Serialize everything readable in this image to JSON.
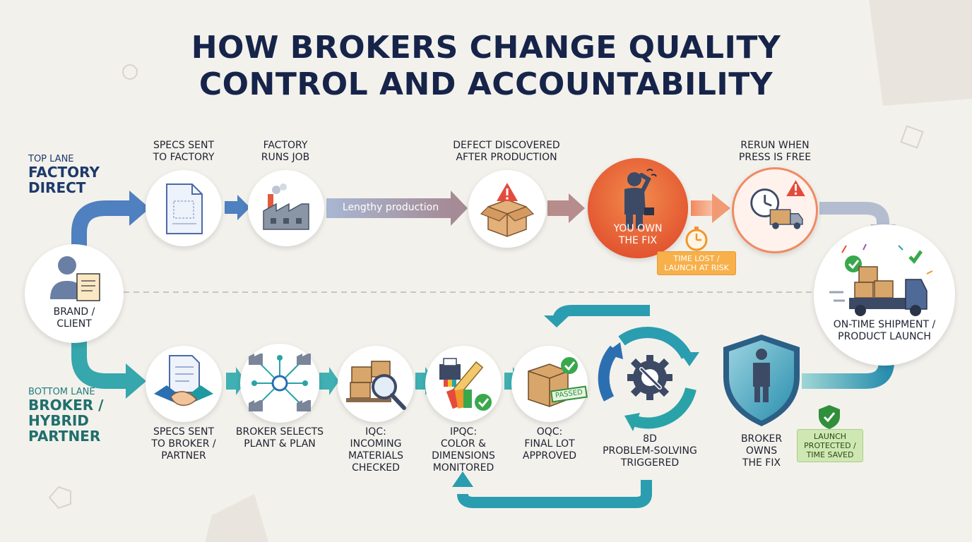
{
  "title": {
    "line1": "HOW BROKERS CHANGE QUALITY",
    "line2": "CONTROL AND ACCOUNTABILITY"
  },
  "lanes": {
    "top": {
      "small": "TOP LANE",
      "line1": "FACTORY",
      "line2": "DIRECT"
    },
    "bottom": {
      "small": "BOTTOM LANE",
      "line1": "BROKER /",
      "line2": "HYBRID",
      "line3": "PARTNER"
    }
  },
  "start": {
    "line1": "BRAND /",
    "line2": "CLIENT"
  },
  "top_steps": {
    "specs": {
      "line1": "SPECS SENT",
      "line2": "TO FACTORY"
    },
    "runs": {
      "line1": "FACTORY",
      "line2": "RUNS JOB"
    },
    "production_arrow": "Lengthy production",
    "defect": {
      "line1": "DEFECT DISCOVERED",
      "line2": "AFTER PRODUCTION"
    },
    "own_fix": {
      "line1": "YOU OWN",
      "line2": "THE FIX"
    },
    "time_lost": {
      "line1": "TIME LOST /",
      "line2": "LAUNCH AT RISK"
    },
    "rerun": {
      "line1": "RERUN WHEN",
      "line2": "PRESS IS FREE"
    }
  },
  "end": {
    "line1": "ON-TIME SHIPMENT /",
    "line2": "PRODUCT LAUNCH"
  },
  "bottom_steps": {
    "specs": {
      "line1": "SPECS SENT",
      "line2": "TO BROKER /",
      "line3": "PARTNER"
    },
    "selects": {
      "line1": "BROKER SELECTS",
      "line2": "PLANT & PLAN"
    },
    "iqc": {
      "line1": "IQC:",
      "line2": "INCOMING",
      "line3": "MATERIALS",
      "line4": "CHECKED"
    },
    "ipqc": {
      "line1": "IPQC:",
      "line2": "COLOR &",
      "line3": "DIMENSIONS",
      "line4": "MONITORED"
    },
    "oqc": {
      "line1": "OQC:",
      "line2": "FINAL LOT",
      "line3": "APPROVED"
    },
    "passed_stamp": "PASSED",
    "eight_d": {
      "line1": "8D",
      "line2": "PROBLEM-SOLVING",
      "line3": "TRIGGERED"
    },
    "broker_owns": {
      "line1": "BROKER",
      "line2": "OWNS",
      "line3": "THE FIX"
    },
    "launch_protected": {
      "line1": "LAUNCH",
      "line2": "PROTECTED /",
      "line3": "TIME SAVED"
    }
  },
  "colors": {
    "navy": "#16244a",
    "blue": "#3f78b5",
    "teal": "#2aa3a8",
    "orange": "#ee6a3a",
    "green_badge": "#cfe8b3",
    "orange_badge": "#f7b04a"
  },
  "icons": [
    "document-icon",
    "factory-icon",
    "warning-box-icon",
    "stressed-person-icon",
    "clock-truck-icon",
    "delivery-truck-icon",
    "person-document-icon",
    "handshake-icon",
    "network-plants-icon",
    "magnifier-boxes-icon",
    "printer-ruler-icon",
    "checked-box-icon",
    "gear-wrench-icon",
    "shield-person-icon",
    "shield-check-icon"
  ]
}
